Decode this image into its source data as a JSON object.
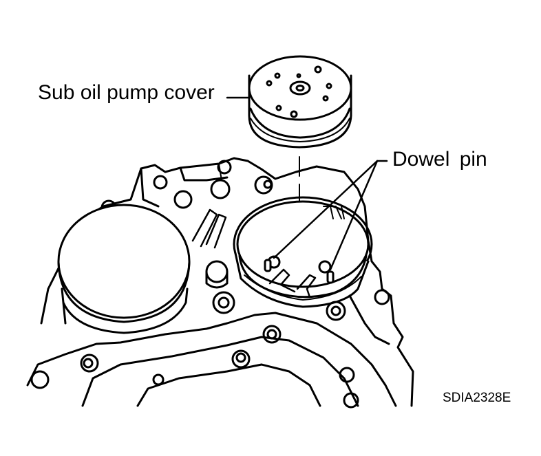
{
  "labels": {
    "sub_oil_pump_cover": "Sub oil pump cover",
    "dowel_pin": "Dowel  pin",
    "figure_code": "SDIA2328E"
  },
  "colors": {
    "ink": "#000000",
    "paper": "#ffffff"
  }
}
